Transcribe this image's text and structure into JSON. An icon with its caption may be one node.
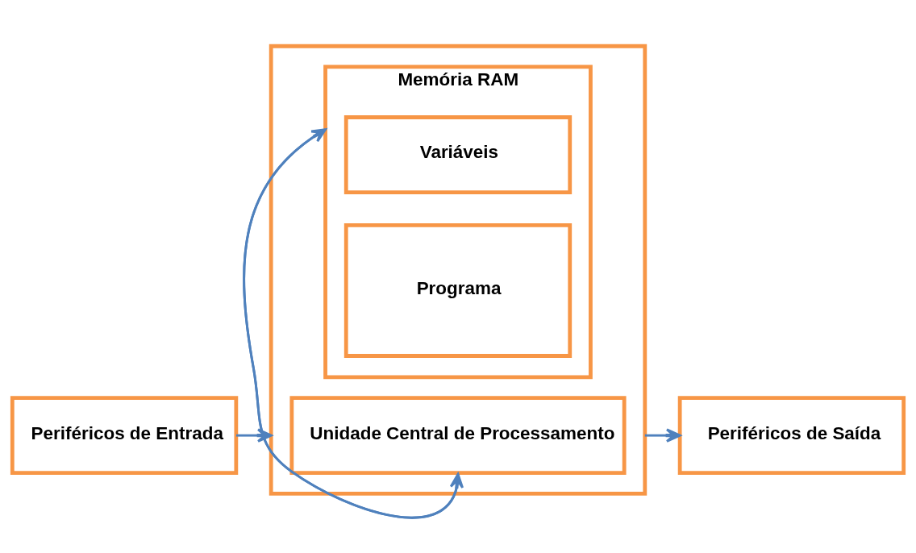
{
  "diagram": {
    "nodes": [
      {
        "text": [
          "Periféricos de Entrada"
        ]
      },
      {
        "text": [],
        "shape": "box"
      },
      {
        "text": [
          "Unidade Central de Processamento"
        ],
        "in": 1
      },
      {
        "text": [
          "Memória RAM"
        ],
        "in": 1
      },
      {
        "text": [
          "Variáveis"
        ],
        "in": 3
      },
      {
        "text": [
          "Programa"
        ],
        "in": 3
      },
      {
        "text": [
          "Periféricos de Saída"
        ]
      }
    ],
    "edges": [
      {
        "from": 0,
        "to": 1,
        "arrow": "to"
      },
      {
        "from": 2,
        "to": 3,
        "arrow": "to"
      },
      {
        "from": 3,
        "to": 2,
        "arrow": "to"
      },
      {
        "from": 1,
        "to": 6,
        "arrow": "to"
      }
    ]
  }
}
